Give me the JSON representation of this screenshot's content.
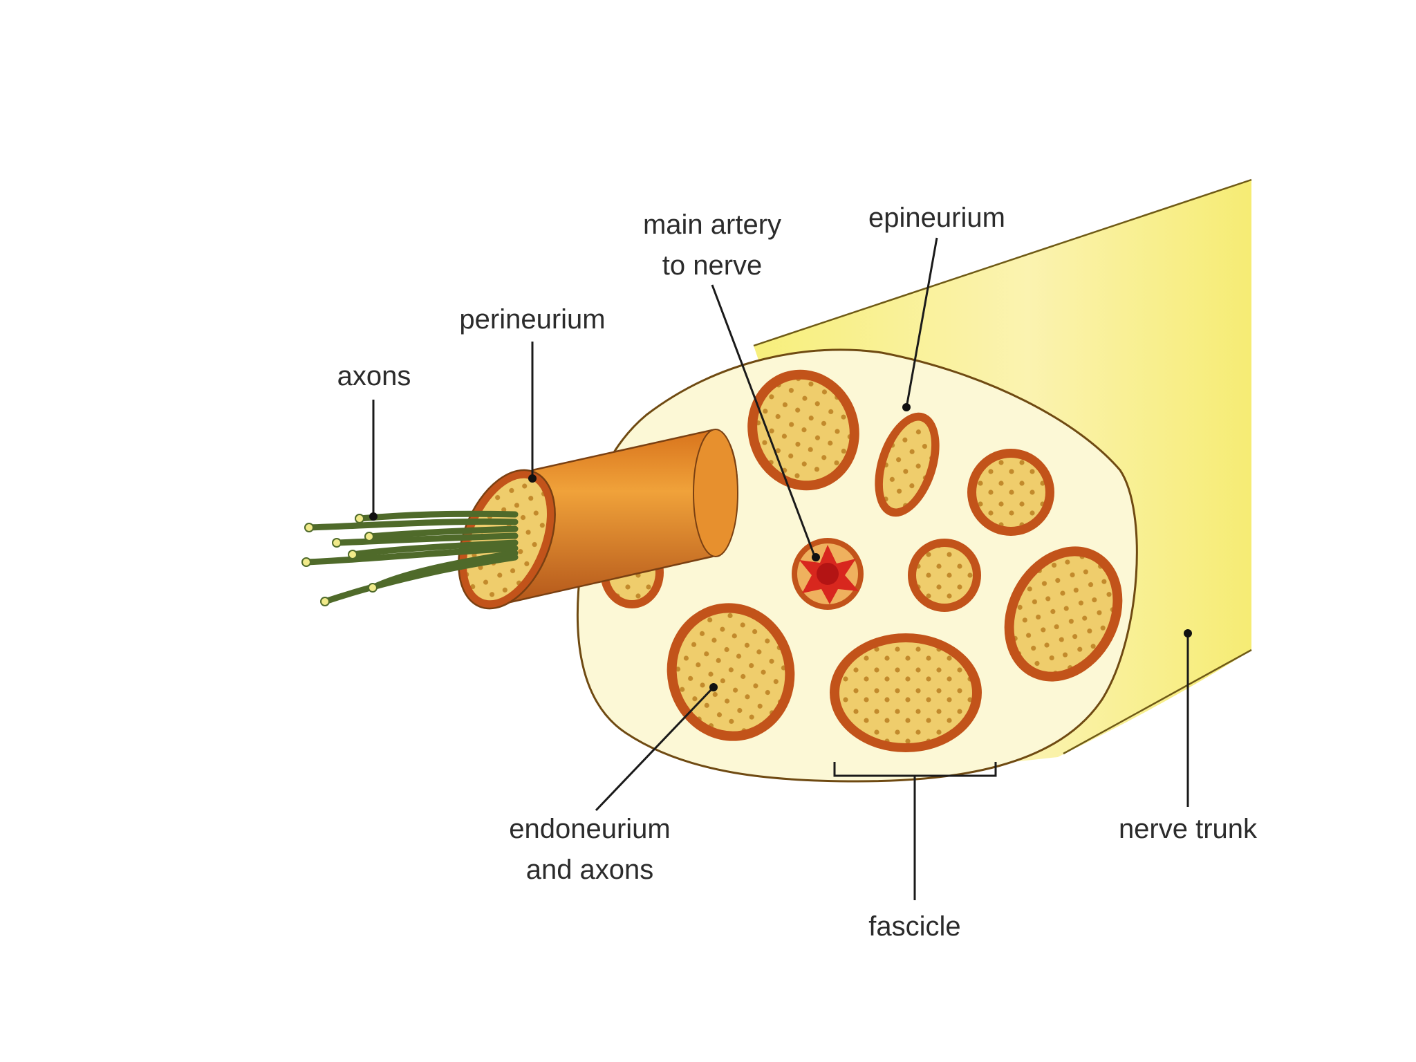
{
  "labels": {
    "main_artery_line1": "main artery",
    "main_artery_line2": "to nerve",
    "epineurium": "epineurium",
    "perineurium": "perineurium",
    "axons": "axons",
    "endoneurium_line1": "endoneurium",
    "endoneurium_line2": "and axons",
    "nerve_trunk": "nerve trunk",
    "fascicle": "fascicle"
  },
  "colors": {
    "trunk_yellow": "#f7ee7a",
    "epineurium_fill": "#fcf8d6",
    "fascicle_ring": "#c2531a",
    "fascicle_fill": "#efcd6c",
    "axon_dot": "#c28a2c",
    "axon_green": "#4f6a2a",
    "artery_red": "#d8271e",
    "outline": "#7a4012"
  },
  "icons": {
    "fascicle": "circle-with-dots",
    "artery": "red-star-blob"
  }
}
